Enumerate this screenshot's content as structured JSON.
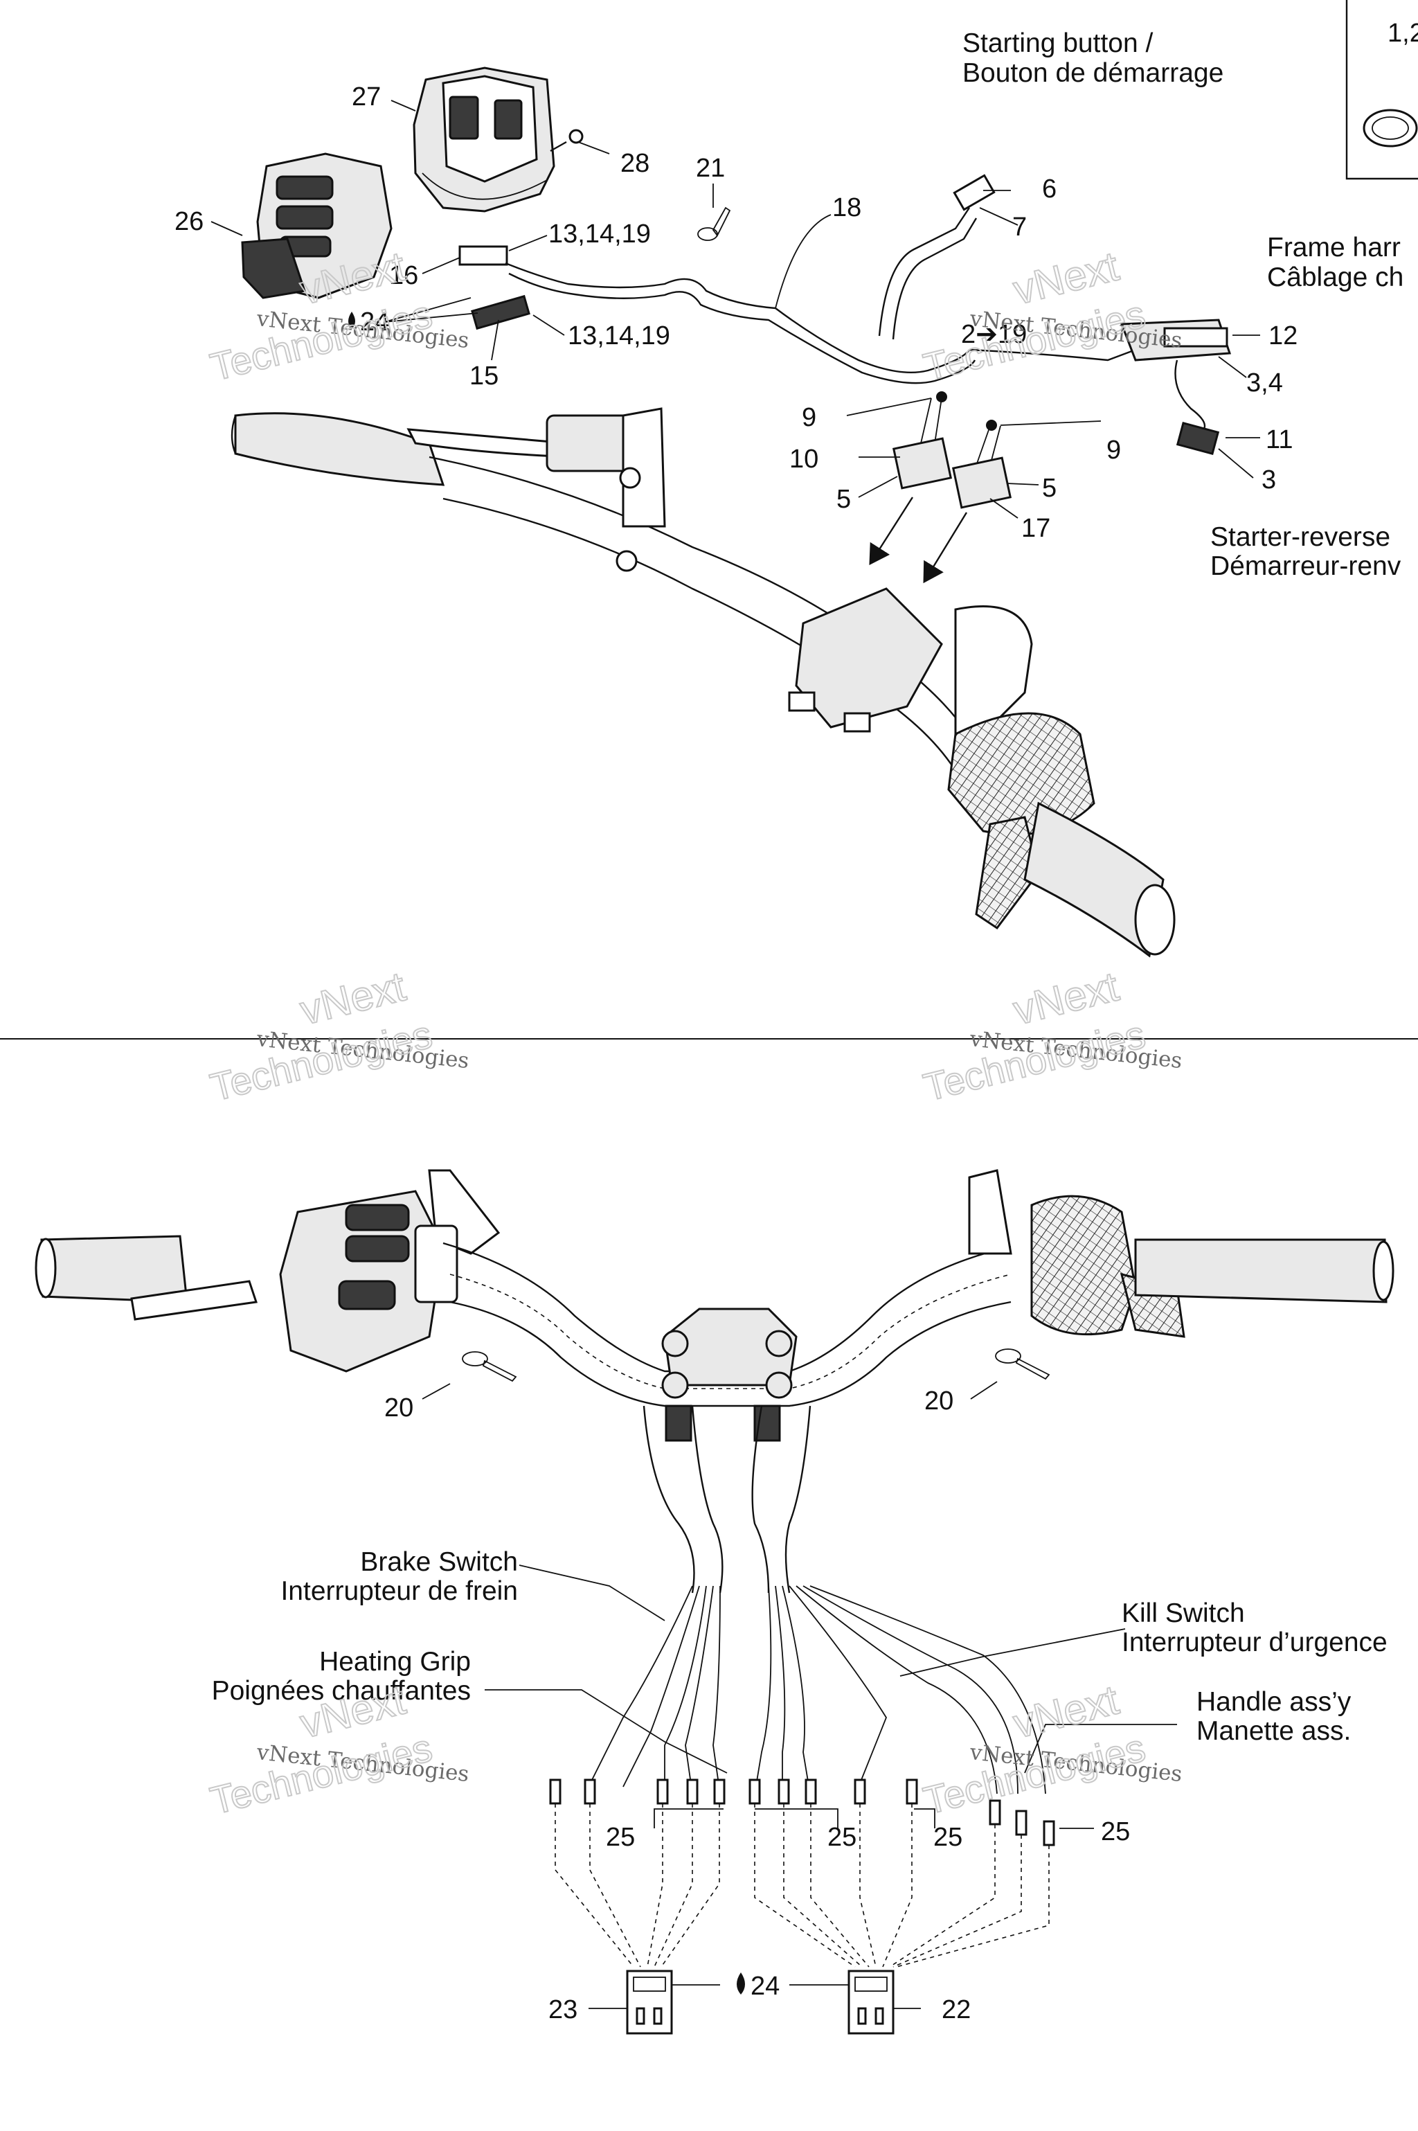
{
  "captions": {
    "starting_button": [
      "Starting button /",
      "Bouton de démarrage"
    ],
    "frame_harness": [
      "Frame harr",
      "Câblage ch"
    ],
    "starter_reverse": [
      "Starter-reverse",
      "Démarreur-renv"
    ],
    "brake_switch": [
      "Brake Switch",
      "Interrupteur de frein"
    ],
    "heating_grip": [
      "Heating Grip",
      "Poignées chauffantes"
    ],
    "kill_switch": [
      "Kill Switch",
      "Interrupteur d’urgence"
    ],
    "handle_assy": [
      "Handle ass’y",
      "Manette ass."
    ]
  },
  "inset_label": "1,2",
  "watermark": {
    "line1": "vNext",
    "line2": "vNext Technologies",
    "line3": "Technologies"
  },
  "callouts": [
    "27",
    "28",
    "21",
    "26",
    "13,14,19",
    "16",
    "24",
    "13,14,19",
    "15",
    "18",
    "6",
    "7",
    "2➔19",
    "12",
    "3,4",
    "9",
    "9",
    "10",
    "5",
    "5",
    "17",
    "11",
    "3",
    "20",
    "20",
    "25",
    "25",
    "25",
    "25",
    "23",
    "24",
    "22"
  ],
  "icons": {
    "fluid_drop": "drop-icon",
    "arrow": "arrow-right-icon"
  }
}
